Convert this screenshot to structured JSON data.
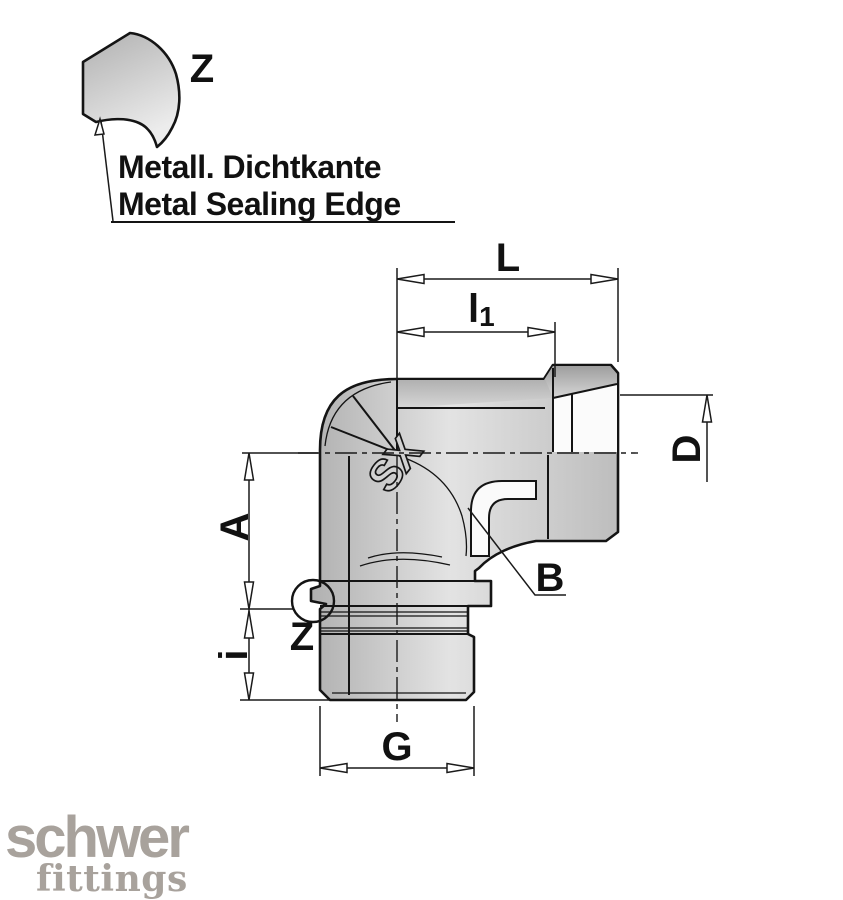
{
  "detail_view": {
    "label": "Z",
    "caption_de": "Metall. Dichtkante",
    "caption_en": "Metal Sealing Edge"
  },
  "dimensions": {
    "overall_length": "L",
    "insert_length_base": "l",
    "insert_length_sub": "1",
    "head_diameter": "D",
    "center_to_sealing_edge": "A",
    "bore_ref": "B",
    "thread_ref": "G",
    "thread_length": "i",
    "sealing_edge_ref": "Z"
  },
  "body_mark": "SX",
  "logo": {
    "brand": "schwer",
    "subtitle": "fittings"
  },
  "colors": {
    "line": "#1a1a1a",
    "body_light": "#e3e3e3",
    "body_mid": "#c9c9c9",
    "body_dark": "#b0b0b0",
    "logo_gray": "#a8a29c",
    "background": "#ffffff"
  }
}
